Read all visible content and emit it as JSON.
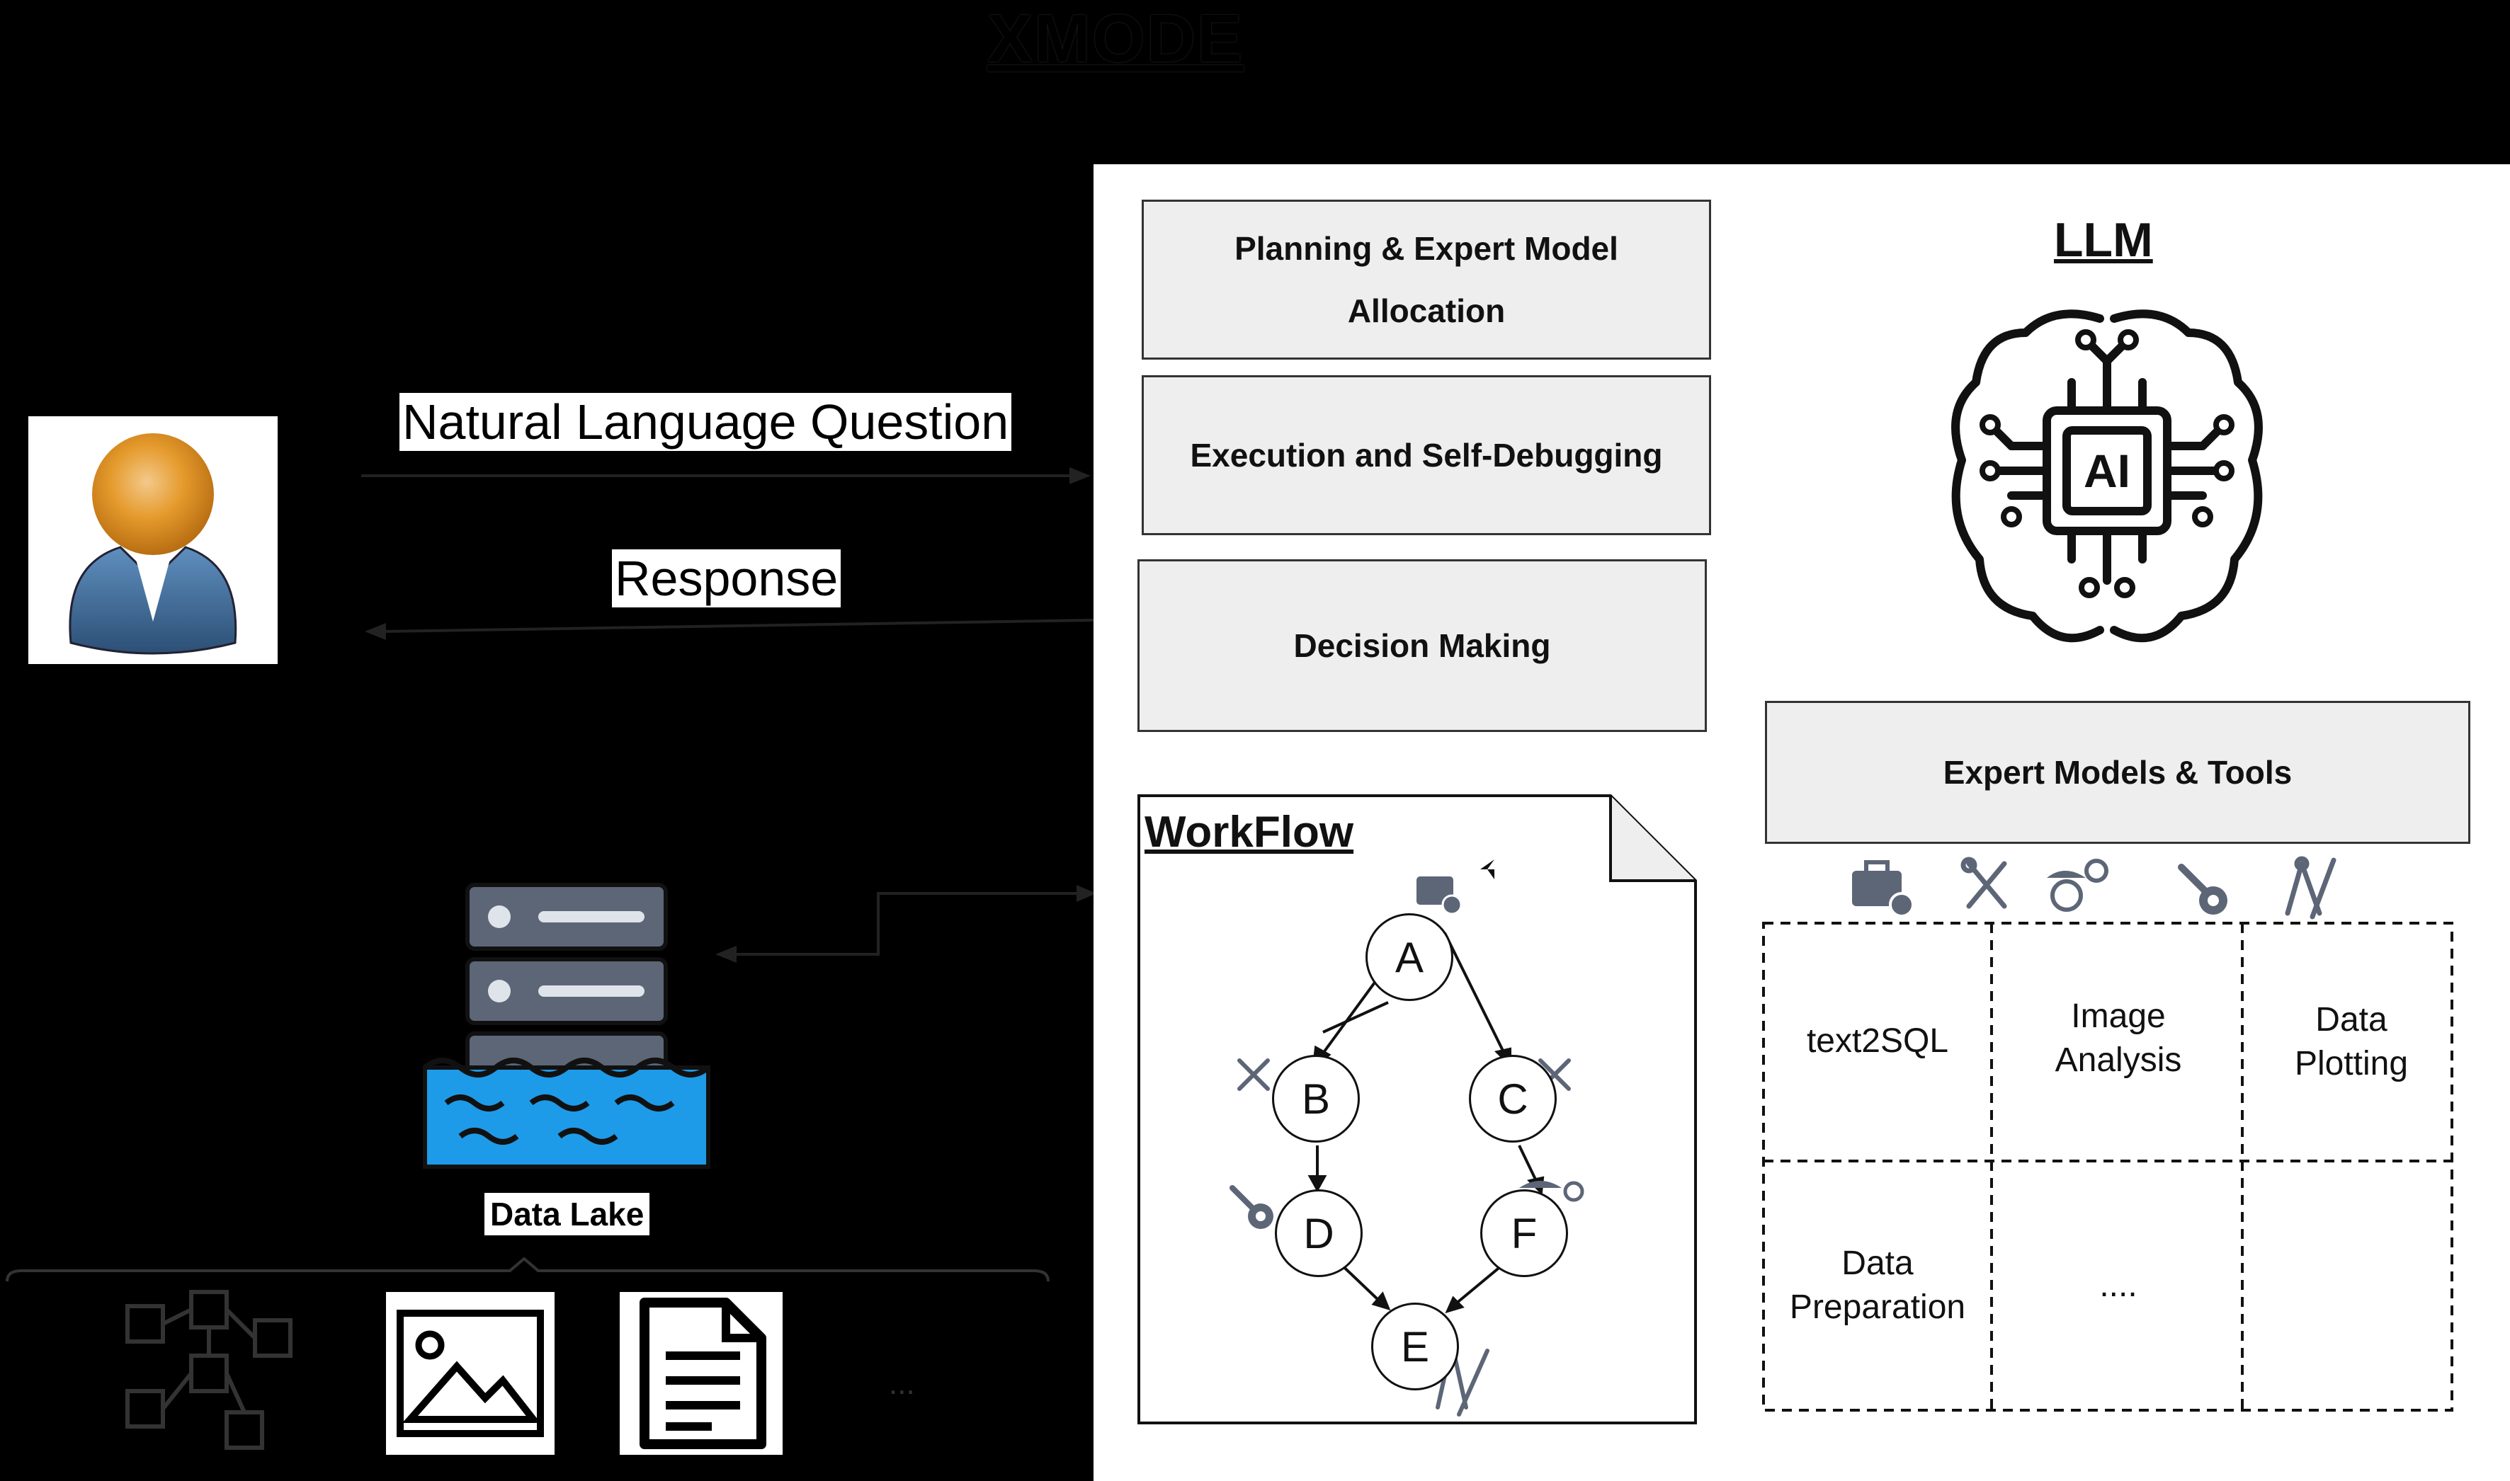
{
  "title": "XMODE",
  "arrows": {
    "question_label": "Natural Language Question",
    "response_label": "Response"
  },
  "pipeline": {
    "planning": "Planning & Expert Model Allocation",
    "execution": "Execution and Self-Debugging",
    "decision": "Decision Making"
  },
  "llm": {
    "heading": "LLM",
    "chip_label": "AI"
  },
  "expert": {
    "heading": "Expert Models & Tools",
    "cells": [
      "text2SQL",
      "Image Analysis",
      "Data Plotting",
      "Data Preparation",
      "....",
      ""
    ]
  },
  "workflow": {
    "heading": "WorkFlow",
    "nodes": [
      "A",
      "B",
      "C",
      "D",
      "E",
      "F"
    ]
  },
  "data_lake": {
    "label": "Data Lake",
    "more": "..."
  },
  "colors": {
    "panel_bg": "#ffffff",
    "box_fill": "#eeeeee",
    "water": "#1e9be8",
    "server": "#5d6677",
    "user_head": "#e59a2c",
    "user_body": "#3f6e9c"
  }
}
